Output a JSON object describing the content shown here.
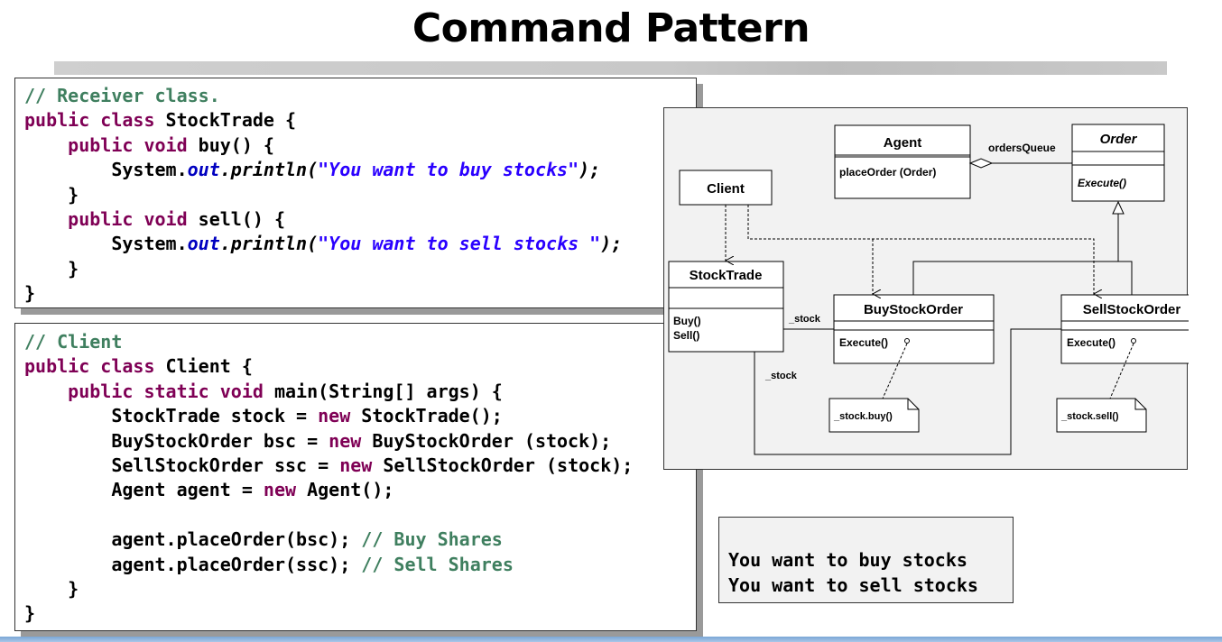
{
  "slide": {
    "title": "Command Pattern"
  },
  "receiver_code": {
    "comment": "// Receiver class.",
    "class_kw": "public class",
    "class_name": "StockTrade {",
    "buy_sig_kw": "public void",
    "buy_sig_rest": "buy() {",
    "buy_sys": "System.",
    "buy_out": "out",
    "buy_println": ".println(",
    "buy_string": "\"You want to buy stocks\"",
    "buy_end": ");",
    "brace_close_1": "}",
    "sell_sig_kw": "public void",
    "sell_sig_rest": "sell() {",
    "sell_sys": "System.",
    "sell_out": "out",
    "sell_println": ".println(",
    "sell_string": "\"You want to sell stocks \"",
    "sell_end": ");",
    "brace_close_2": "}",
    "brace_close_3": "}"
  },
  "client_code": {
    "comment": "// Client",
    "class_kw": "public class",
    "class_name": "Client {",
    "main_kw": "public static void",
    "main_rest": "main(String[] args) {",
    "l1_a": "StockTrade stock = ",
    "l1_kw": "new",
    "l1_b": " StockTrade();",
    "l2_a": "BuyStockOrder bsc = ",
    "l2_kw": "new",
    "l2_b": " BuyStockOrder (stock);",
    "l3_a": "SellStockOrder ssc = ",
    "l3_kw": "new",
    "l3_b": " SellStockOrder (stock);",
    "l4_a": "Agent agent = ",
    "l4_kw": "new",
    "l4_b": " Agent();",
    "l5_a": "agent.placeOrder(bsc); ",
    "l5_cm": "// Buy Shares",
    "l6_a": "agent.placeOrder(ssc); ",
    "l6_cm": "// Sell Shares",
    "brace_close_1": "}",
    "brace_close_2": "}"
  },
  "uml": {
    "agent": {
      "name": "Agent",
      "op": "placeOrder (Order)"
    },
    "order": {
      "name": "Order",
      "op": "Execute()"
    },
    "client": {
      "name": "Client"
    },
    "stocktrade": {
      "name": "StockTrade",
      "op1": "Buy()",
      "op2": "Sell()"
    },
    "buy_order": {
      "name": "BuyStockOrder",
      "op": "Execute()"
    },
    "sell_order": {
      "name": "SellStockOrder",
      "op": "Execute()"
    },
    "assoc_label": "ordersQueue",
    "stock_label_1": "_stock",
    "stock_label_2": "_stock",
    "note_buy": "_stock.buy()",
    "note_sell": "_stock.sell()"
  },
  "console_output": {
    "line1": "You want to buy stocks",
    "line2": "You want to sell stocks"
  }
}
